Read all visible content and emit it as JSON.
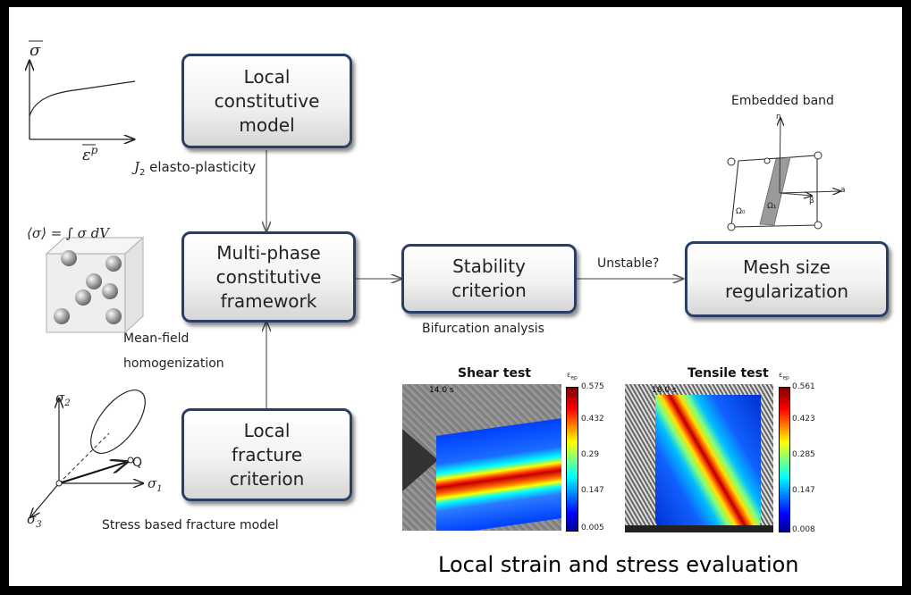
{
  "boxes": {
    "local_model": "Local constitutive model",
    "multiphase": "Multi-phase constitutive framework",
    "fracture": "Local fracture criterion",
    "stability": "Stability criterion",
    "mesh": "Mesh size regularization"
  },
  "labels": {
    "j2": "J",
    "j2_sub": "2",
    "j2_rest": " elasto-plasticity",
    "unstable": "Unstable?",
    "bifurcation": "Bifurcation analysis",
    "meanfield": "Mean-field",
    "homog": "homogenization",
    "stress_fracture": "Stress based fracture model",
    "embedded": "Embedded band",
    "bottom_title": "Local strain and stress evaluation"
  },
  "formulas": {
    "avg": "⟨σ⟩ = ∫ σ dV",
    "sigma_bar": "σ",
    "eps_bar": "ε",
    "eps_sup": "p",
    "sigma1": "σ",
    "sigma1_sub": "1",
    "sigma2": "σ",
    "sigma2_sub": "2",
    "sigma3": "σ",
    "sigma3_sub": "3",
    "q": "Q",
    "omega0": "Ω₀",
    "omega1": "Ω₁",
    "band_a": "a",
    "band_n": "n",
    "band_b": "β"
  },
  "shear": {
    "title": "Shear test",
    "time": "14.0 s",
    "symbol": "ε",
    "symbol_sub": "ep",
    "ticks": [
      "0.575",
      "0.432",
      "0.29",
      "0.147",
      "0.005"
    ]
  },
  "tensile": {
    "title": "Tensile test",
    "time": "18.0 s",
    "symbol": "ε",
    "symbol_sub": "ep",
    "ticks": [
      "0.561",
      "0.423",
      "0.285",
      "0.147",
      "0.008"
    ]
  },
  "colors": {
    "box_border": "#2b3f66",
    "jet_low": "#00007f",
    "jet_high": "#7f0000"
  }
}
